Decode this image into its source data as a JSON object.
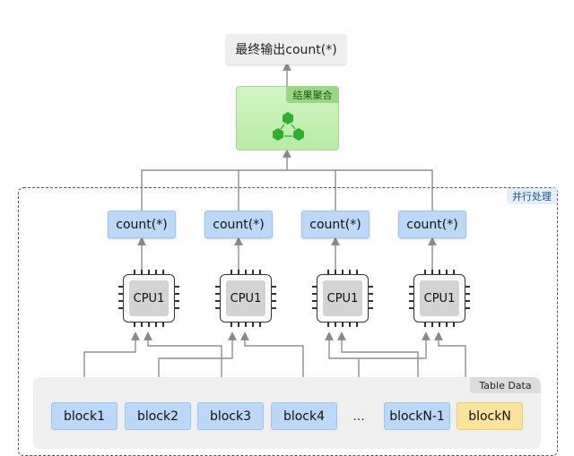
{
  "output": {
    "label": "最终输出count(*)"
  },
  "aggregation": {
    "label": "结果聚合",
    "icon": "aggregation-triangle-icon",
    "color": "#2fae2f"
  },
  "parallel": {
    "label": "并行处理"
  },
  "counts": [
    "count(*)",
    "count(*)",
    "count(*)",
    "count(*)"
  ],
  "cpus": [
    "CPU1",
    "CPU1",
    "CPU1",
    "CPU1"
  ],
  "table": {
    "label": "Table Data",
    "blocks": [
      "block1",
      "block2",
      "block3",
      "block4",
      "blockN-1",
      "blockN"
    ],
    "ellipsis": "..."
  },
  "colors": {
    "count_fill": "#bcd8f8",
    "last_block_fill": "#fce39b",
    "aggregation_fill": "#c6f0b4"
  }
}
